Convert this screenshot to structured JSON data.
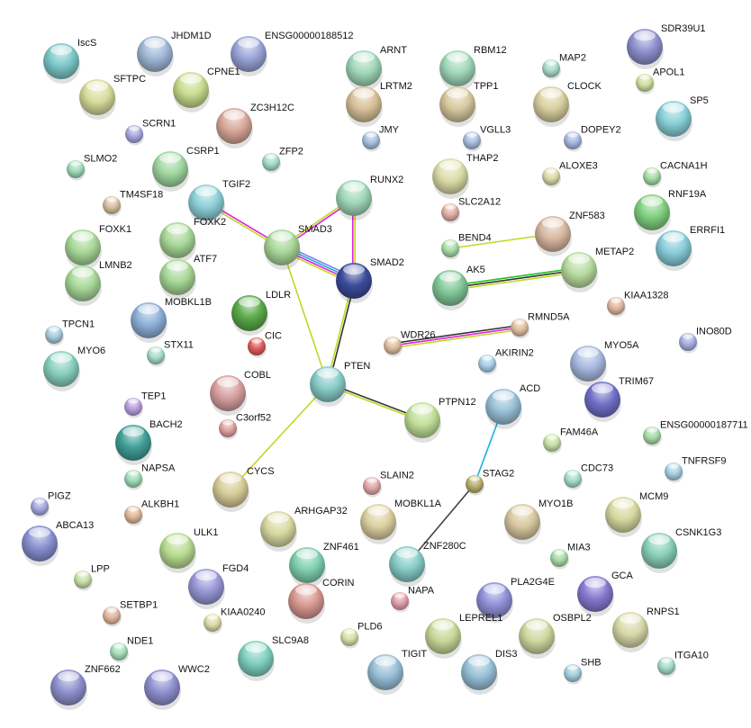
{
  "network": {
    "nodes": [
      {
        "name": "IscS",
        "color": "#7cc8c8"
      },
      {
        "name": "JHDM1D",
        "color": "#9fb8d8"
      },
      {
        "name": "ENSG00000188512",
        "color": "#9aa5d8"
      },
      {
        "name": "CPNE1",
        "color": "#c8dc8c"
      },
      {
        "name": "SFTPC",
        "color": "#d8dc9c"
      },
      {
        "name": "ZC3H12C",
        "color": "#d8a898"
      },
      {
        "name": "SCRN1",
        "color": "#a8a8e0"
      },
      {
        "name": "SLMO2",
        "color": "#a0dcb8"
      },
      {
        "name": "CSRP1",
        "color": "#a0d8a0"
      },
      {
        "name": "ZFP2",
        "color": "#a8dcc8"
      },
      {
        "name": "TM4SF18",
        "color": "#d8c0a0"
      },
      {
        "name": "TGIF2",
        "color": "#8cd0d8"
      },
      {
        "name": "FOXK2",
        "color": "#a8d898"
      },
      {
        "name": "ATF7",
        "color": "#a8d898"
      },
      {
        "name": "FOXK1",
        "color": "#a8d898"
      },
      {
        "name": "LMNB2",
        "color": "#a8d898"
      },
      {
        "name": "SMAD3",
        "color": "#a8d898"
      },
      {
        "name": "RUNX2",
        "color": "#a0d8b8"
      },
      {
        "name": "SMAD2",
        "color": "#3c4c9c"
      },
      {
        "name": "LDLR",
        "color": "#5aaa4a"
      },
      {
        "name": "MOBKL1B",
        "color": "#8cb0d8"
      },
      {
        "name": "CIC",
        "color": "#e05c5c"
      },
      {
        "name": "TPCN1",
        "color": "#a8cce0"
      },
      {
        "name": "STX11",
        "color": "#a8dcc8"
      },
      {
        "name": "MYO6",
        "color": "#88d0c0"
      },
      {
        "name": "PTEN",
        "color": "#88ccc8"
      },
      {
        "name": "COBL",
        "color": "#d8a0a0"
      },
      {
        "name": "TEP1",
        "color": "#b8a0e0"
      },
      {
        "name": "C3orf52",
        "color": "#e0a0a0"
      },
      {
        "name": "BACH2",
        "color": "#40a098"
      },
      {
        "name": "NAPSA",
        "color": "#a0dcb8"
      },
      {
        "name": "CYCS",
        "color": "#d8cc98"
      },
      {
        "name": "PIGZ",
        "color": "#a8a8e0"
      },
      {
        "name": "ALKBH1",
        "color": "#e0b898"
      },
      {
        "name": "ABCA13",
        "color": "#8890d0"
      },
      {
        "name": "ARHGAP32",
        "color": "#d8d8a0"
      },
      {
        "name": "ULK1",
        "color": "#b8dc90"
      },
      {
        "name": "LPP",
        "color": "#c8e0a8"
      },
      {
        "name": "FGD4",
        "color": "#9898d8"
      },
      {
        "name": "ZNF461",
        "color": "#80d0b0"
      },
      {
        "name": "CORIN",
        "color": "#d89890"
      },
      {
        "name": "SETBP1",
        "color": "#e0b8a0"
      },
      {
        "name": "KIAA0240",
        "color": "#dcdca8"
      },
      {
        "name": "NDE1",
        "color": "#a8e0b8"
      },
      {
        "name": "SLC9A8",
        "color": "#80d0c0"
      },
      {
        "name": "ZNF662",
        "color": "#9090d0"
      },
      {
        "name": "WWC2",
        "color": "#9090d0"
      },
      {
        "name": "PLD6",
        "color": "#d8e0a8"
      },
      {
        "name": "ARNT",
        "color": "#a0d8b8"
      },
      {
        "name": "LRTM2",
        "color": "#d8c098"
      },
      {
        "name": "JMY",
        "color": "#a8c0e0"
      },
      {
        "name": "RBM12",
        "color": "#a0d8b8"
      },
      {
        "name": "TPP1",
        "color": "#d8c8a0"
      },
      {
        "name": "MAP2",
        "color": "#a8dcc8"
      },
      {
        "name": "CLOCK",
        "color": "#d8d0a0"
      },
      {
        "name": "SDR39U1",
        "color": "#9090d0"
      },
      {
        "name": "APOL1",
        "color": "#d0e0a0"
      },
      {
        "name": "SP5",
        "color": "#88d0d8"
      },
      {
        "name": "VGLL3",
        "color": "#a8c0e0"
      },
      {
        "name": "DOPEY2",
        "color": "#a8b8e0"
      },
      {
        "name": "THAP2",
        "color": "#dcdca8"
      },
      {
        "name": "ALOXE3",
        "color": "#dcdca8"
      },
      {
        "name": "CACNA1H",
        "color": "#a8dca8"
      },
      {
        "name": "SLC2A12",
        "color": "#e0b0a8"
      },
      {
        "name": "RNF19A",
        "color": "#80d080"
      },
      {
        "name": "ZNF583",
        "color": "#d8b8a0"
      },
      {
        "name": "ERRFI1",
        "color": "#88ccd8"
      },
      {
        "name": "BEND4",
        "color": "#a8dca8"
      },
      {
        "name": "METAP2",
        "color": "#b8dca0"
      },
      {
        "name": "AK5",
        "color": "#80c898"
      },
      {
        "name": "KIAA1328",
        "color": "#e0b8a0"
      },
      {
        "name": "RMND5A",
        "color": "#e0c0a0"
      },
      {
        "name": "WDR26",
        "color": "#e0c0a0"
      },
      {
        "name": "INO80D",
        "color": "#a8b0e0"
      },
      {
        "name": "AKIRIN2",
        "color": "#a8d0e8"
      },
      {
        "name": "MYO5A",
        "color": "#a8b8e0"
      },
      {
        "name": "TRIM67",
        "color": "#7070c8"
      },
      {
        "name": "ACD",
        "color": "#98c0d8"
      },
      {
        "name": "PTPN12",
        "color": "#c0e098"
      },
      {
        "name": "FAM46A",
        "color": "#c8e0a8"
      },
      {
        "name": "ENSG00000187711",
        "color": "#a8dca8"
      },
      {
        "name": "SLAIN2",
        "color": "#e0a8a8"
      },
      {
        "name": "STAG2",
        "color": "#b8b070"
      },
      {
        "name": "CDC73",
        "color": "#a8dcc8"
      },
      {
        "name": "TNFRSF9",
        "color": "#a8d0e0"
      },
      {
        "name": "MOBKL1A",
        "color": "#dcd0a0"
      },
      {
        "name": "MYO1B",
        "color": "#d8c8a0"
      },
      {
        "name": "MCM9",
        "color": "#d8d8a0"
      },
      {
        "name": "ZNF280C",
        "color": "#88ccc8"
      },
      {
        "name": "MIA3",
        "color": "#a8dca8"
      },
      {
        "name": "CSNK1G3",
        "color": "#88d0b8"
      },
      {
        "name": "NAPA",
        "color": "#e0a0a8"
      },
      {
        "name": "PLA2G4E",
        "color": "#9090d8"
      },
      {
        "name": "GCA",
        "color": "#8878d0"
      },
      {
        "name": "LEPREL1",
        "color": "#c8d898"
      },
      {
        "name": "OSBPL2",
        "color": "#d0d8a0"
      },
      {
        "name": "RNPS1",
        "color": "#d8d8a8"
      },
      {
        "name": "TIGIT",
        "color": "#98c0d8"
      },
      {
        "name": "DIS3",
        "color": "#98c0d8"
      },
      {
        "name": "SHB",
        "color": "#a8d0e0"
      },
      {
        "name": "ITGA10",
        "color": "#a8dcc8"
      }
    ],
    "edges": [
      {
        "source": "TGIF2",
        "target": "SMAD3",
        "colors": [
          "#e020e0",
          "#c0d820"
        ]
      },
      {
        "source": "SMAD3",
        "target": "RUNX2",
        "colors": [
          "#c0d820",
          "#e020e0"
        ]
      },
      {
        "source": "RUNX2",
        "target": "SMAD2",
        "colors": [
          "#c0d820",
          "#e020e0"
        ]
      },
      {
        "source": "SMAD3",
        "target": "SMAD2",
        "colors": [
          "#8080f0",
          "#20b0e0",
          "#e020e0",
          "#c0d820"
        ]
      },
      {
        "source": "SMAD3",
        "target": "PTEN",
        "colors": [
          "#c0d820"
        ]
      },
      {
        "source": "SMAD2",
        "target": "PTEN",
        "colors": [
          "#333333",
          "#c0d820"
        ]
      },
      {
        "source": "PTEN",
        "target": "PTPN12",
        "colors": [
          "#333333",
          "#c0d820"
        ]
      },
      {
        "source": "PTEN",
        "target": "CYCS",
        "colors": [
          "#c0d820"
        ]
      },
      {
        "source": "ACD",
        "target": "STAG2",
        "colors": [
          "#20b0e0"
        ]
      },
      {
        "source": "STAG2",
        "target": "ZNF280C",
        "colors": [
          "#444444"
        ]
      },
      {
        "source": "BEND4",
        "target": "ZNF583",
        "colors": [
          "#c0d820"
        ]
      },
      {
        "source": "AK5",
        "target": "METAP2",
        "colors": [
          "#20c020",
          "#333333",
          "#c0d820"
        ]
      },
      {
        "source": "WDR26",
        "target": "RMND5A",
        "colors": [
          "#333333",
          "#e020e0",
          "#c0d820"
        ]
      }
    ]
  }
}
